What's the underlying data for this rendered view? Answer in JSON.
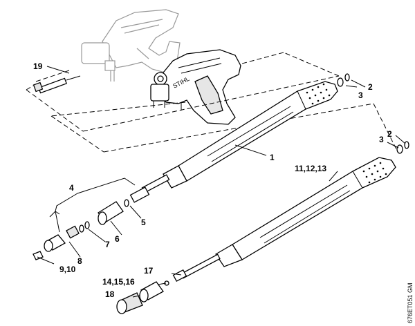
{
  "labels": {
    "l1": "1",
    "l2a": "2",
    "l2b": "2",
    "l3a": "3",
    "l3b": "3",
    "l4": "4",
    "l5": "5",
    "l6": "6",
    "l7": "7",
    "l8": "8",
    "l910": "9,10",
    "l111213": "11,12,13",
    "l141516": "14,15,16",
    "l17": "17",
    "l18": "18",
    "l19": "19"
  },
  "gun_brand": "STIHL",
  "drawing_code": "676ET051 GM"
}
